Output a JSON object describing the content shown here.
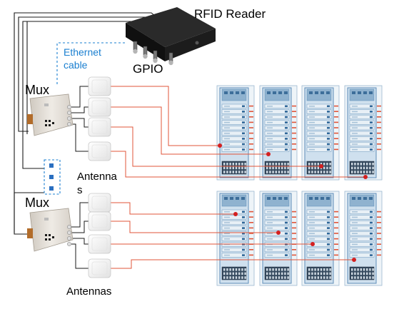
{
  "labels": {
    "reader": "RFID Reader",
    "gpio": "GPIO",
    "ethernet_line1": "Ethernet",
    "ethernet_line2": "cable",
    "mux_top": "Mux",
    "mux_bottom": "Mux",
    "antennas_top_line1": "Antenna",
    "antennas_top_line2": "s",
    "antennas_bottom": "Antennas"
  },
  "colors": {
    "ethernet": "#1a7fd0",
    "rf_cable": "#e0553a",
    "tag_dot": "#d42020",
    "cable": "#1a1a1a",
    "reader_body": "#141414",
    "rack_frame": "#5d8db8",
    "rack_panel": "#cfe0ee",
    "antenna": "#f1f1f1",
    "mux_body": "#e8e4de",
    "gpio_dot": "#2a6fc0"
  },
  "icons": {
    "reader": "rfid-reader-icon",
    "mux": "multiplexer-icon",
    "antenna": "antenna-icon",
    "rack": "server-rack-icon",
    "gpio_box": "gpio-box-icon"
  }
}
